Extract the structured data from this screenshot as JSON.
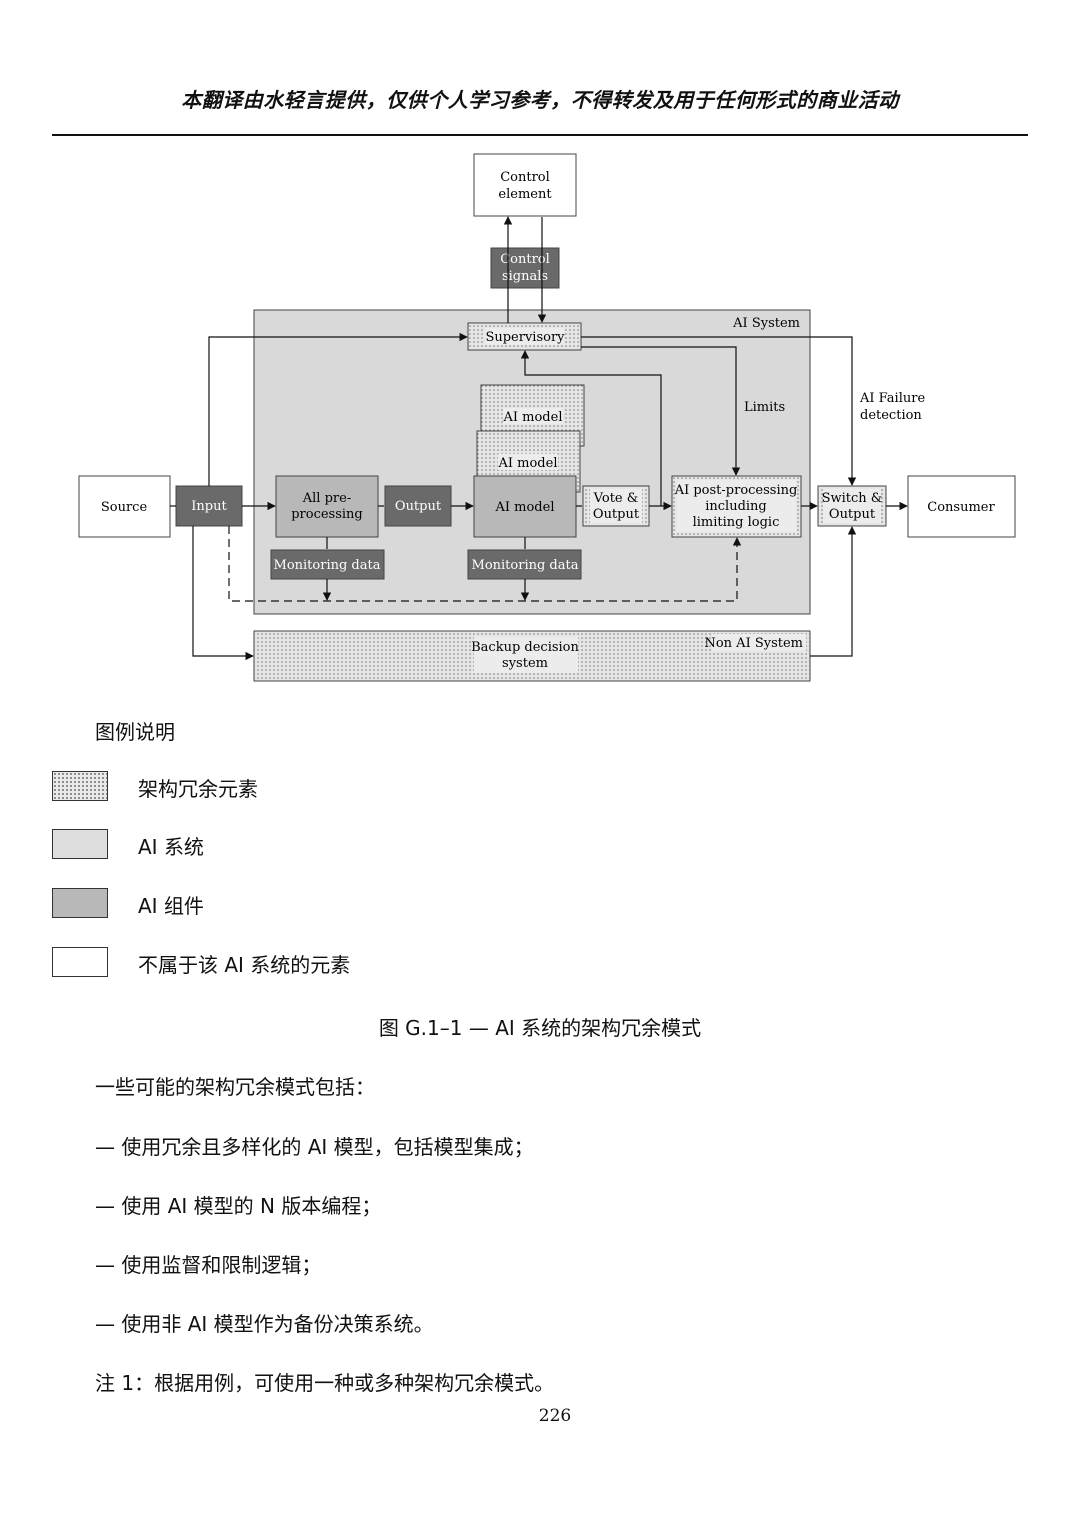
{
  "header": {
    "text": "本翻译由水轻言提供，仅供个人学习参考，不得转发及用于任何形式的商业活动"
  },
  "diagram": {
    "source": "Source",
    "input": "Input",
    "pre_line1": "All pre-",
    "pre_line2": "processing",
    "output": "Output",
    "ai_model_main": "AI model",
    "ai_model_stack_1": "AI model",
    "ai_model_stack_2": "AI model",
    "vote_line1": "Vote &",
    "vote_line2": "Output",
    "post_line1": "AI post-processing",
    "post_line2": "including",
    "post_line3": "limiting logic",
    "switch_line1": "Switch &",
    "switch_line2": "Output",
    "consumer": "Consumer",
    "control_line1": "Control",
    "control_line2": "element",
    "signals_line1": "Control",
    "signals_line2": "signals",
    "supervisory": "Supervisory",
    "ai_system_label": "AI System",
    "limits": "Limits",
    "failure_line1": "AI Failure",
    "failure_line2": "detection",
    "monitoring_1": "Monitoring data",
    "monitoring_2": "Monitoring data",
    "backup_line1": "Backup decision",
    "backup_line2": "system",
    "non_ai_label": "Non AI System"
  },
  "legend": {
    "title": "图例说明",
    "items": [
      {
        "label": "架构冗余元素",
        "swatch": "dotted"
      },
      {
        "label": "AI 系统",
        "swatch": "light-grey"
      },
      {
        "label": "AI 组件",
        "swatch": "dark-grey"
      },
      {
        "label": "不属于该 AI 系统的元素",
        "swatch": "white"
      }
    ]
  },
  "caption": "图 G.1–1 — AI 系统的架构冗余模式",
  "body": {
    "intro": "一些可能的架构冗余模式包括：",
    "items": [
      "— 使用冗余且多样化的 AI 模型，包括模型集成；",
      "— 使用 AI 模型的 N 版本编程；",
      "— 使用监督和限制逻辑；",
      "— 使用非 AI 模型作为备份决策系统。"
    ],
    "note": "注 1：根据用例，可使用一种或多种架构冗余模式。"
  },
  "page_number": "226",
  "colors": {
    "ai_system_bg": "#d9d9d9",
    "component_bg": "#b8b8b8",
    "dark_box_bg": "#6a6a6a",
    "dotted_bg": "#e6e6e6"
  }
}
